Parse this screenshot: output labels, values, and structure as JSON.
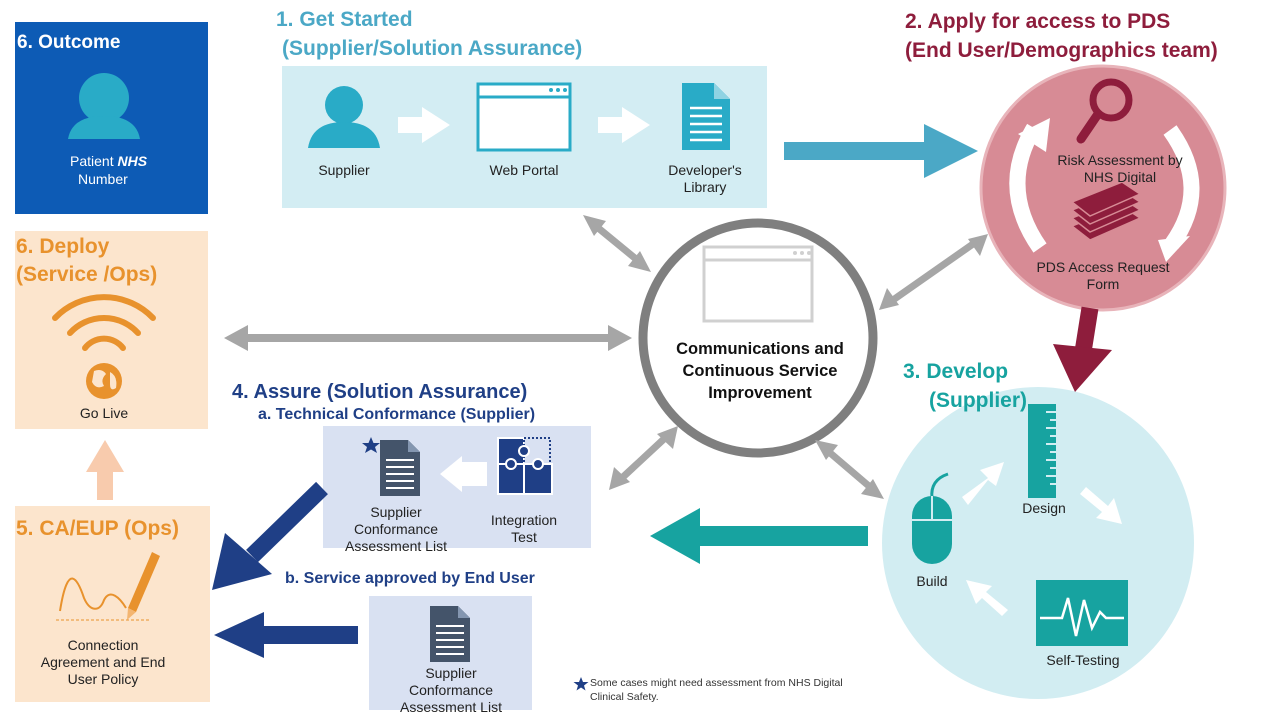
{
  "outcome": {
    "title": "6. Outcome",
    "label_line1": "Patient",
    "nhs_logo": "NHS",
    "label_line2": "Number",
    "color": "#0d5bb5"
  },
  "get_started": {
    "title_line1": "1.  Get Started",
    "title_line2": "(Supplier/Solution Assurance)",
    "supplier_label": "Supplier",
    "portal_label": "Web Portal",
    "library_label": "Developer's Library"
  },
  "apply": {
    "title_line1": "2. Apply for access to PDS",
    "title_line2": "(End User/Demographics team)",
    "risk_label": "Risk Assessment by NHS  Digital",
    "form_label": "PDS Access Request Form"
  },
  "deploy": {
    "title_line1": "6. Deploy",
    "title_line2": "(Service /Ops)",
    "go_live_label": "Go Live"
  },
  "center": {
    "label": "Communications and Continuous Service Improvement"
  },
  "develop": {
    "title_line1": "3. Develop",
    "title_line2": "(Supplier)",
    "design_label": "Design",
    "build_label": "Build",
    "testing_label": "Self-Testing"
  },
  "assure": {
    "title": "4. Assure  (Solution Assurance)",
    "sub_a": "a. Technical Conformance",
    "sub_a_paren": "(Supplier)",
    "scal_label": "Supplier Conformance Assessment List",
    "integration_label": "Integration Test",
    "sub_b": "b. Service approved by End User",
    "scal_b_label": "Supplier Conformance Assessment List"
  },
  "ca_eup": {
    "title": "5. CA/EUP (Ops)",
    "label": "Connection Agreement and End User Policy"
  },
  "footnote": {
    "text": "Some cases might need assessment from NHS Digital Clinical Safety."
  },
  "icons": [
    "person-icon",
    "browser-window-icon",
    "document-icon",
    "magnifier-icon",
    "wifi-icon",
    "globe-icon",
    "mouse-icon",
    "ruler-icon",
    "heartbeat-monitor-icon",
    "puzzle-icon",
    "pen-chart-icon",
    "star-icon"
  ],
  "colors": {
    "blue_accent": "#4ba8c6",
    "maroon": "#8e1d3c",
    "orange": "#e8922d",
    "navy": "#1f3f86",
    "teal": "#17a3a0",
    "gray_arrow": "#a6a6a6"
  }
}
